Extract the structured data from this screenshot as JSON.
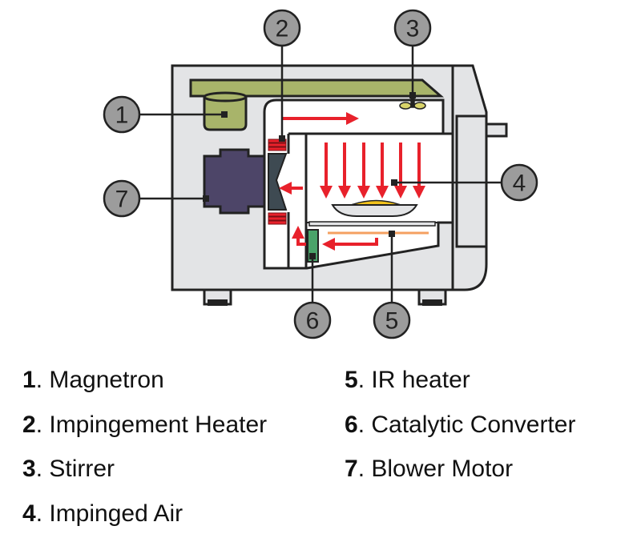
{
  "callouts": [
    "1",
    "2",
    "3",
    "4",
    "5",
    "6",
    "7"
  ],
  "legend": [
    {
      "num": "1",
      "label": ". Magnetron"
    },
    {
      "num": "2",
      "label": ". Impingement Heater"
    },
    {
      "num": "3",
      "label": ". Stirrer"
    },
    {
      "num": "4",
      "label": ". Impinged Air"
    },
    {
      "num": "5",
      "label": ". IR heater"
    },
    {
      "num": "6",
      "label": ". Catalytic Converter"
    },
    {
      "num": "7",
      "label": ". Blower Motor"
    }
  ],
  "colors": {
    "body": "#e3e4e6",
    "outline": "#222222",
    "magnetron": "#a8b46a",
    "blower_motor": "#4d4568",
    "airflow": "#e8212b",
    "ir_heater": "#f4a060",
    "catalytic_converter": "#4aa36a",
    "food": "#f2c21b",
    "callout": "#9c9c9c"
  }
}
